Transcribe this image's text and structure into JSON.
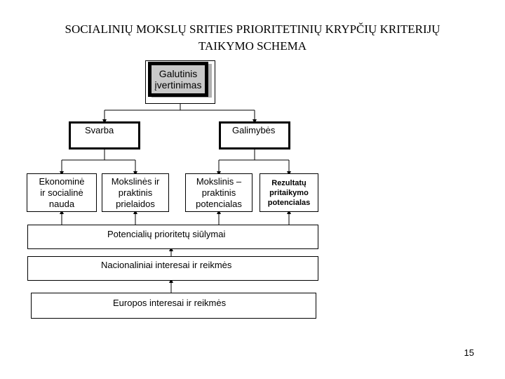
{
  "title": {
    "line1": "SOCIALINIŲ MOKSLŲ SRITIES PRIORITETINIŲ KRYPČIŲ KRITERIJŲ",
    "line2": "TAIKYMO SCHEMA"
  },
  "top_node": {
    "line1": "Galutinis",
    "line2": "įvertinimas"
  },
  "level2": {
    "left": "Svarba",
    "right": "Galimybės"
  },
  "level3": {
    "a": [
      "Ekonominė",
      "ir socialinė",
      "nauda"
    ],
    "b": [
      "Mokslinės ir",
      "praktinis",
      "prielaidos"
    ],
    "c": [
      "Mokslinis –",
      "praktinis",
      "potencialas"
    ],
    "d": [
      "Rezultatų",
      "pritaikymo",
      "potencialas"
    ]
  },
  "bars": {
    "proposals": "Potencialių prioritetų siūlymai",
    "national": "Nacionaliniai interesai ir  reikmės",
    "european": "Europos interesai ir reikmės"
  },
  "page_number": "15"
}
